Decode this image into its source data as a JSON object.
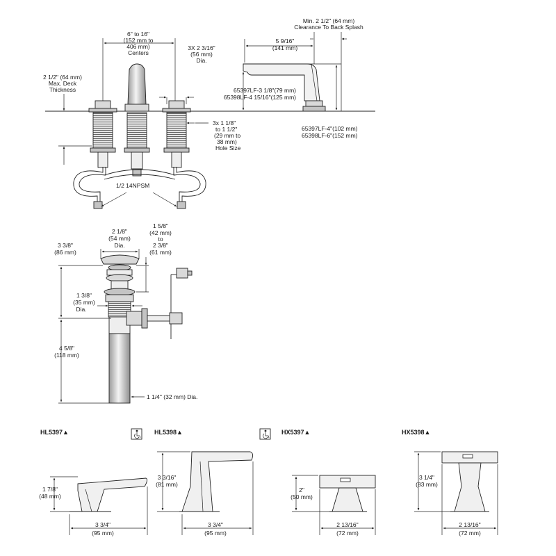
{
  "top": {
    "centers": [
      "6\" to 16\"",
      "(152 mm to",
      "406 mm)",
      "Centers"
    ],
    "spout_clearance": [
      "Min. 2 1/2\" (64 mm)",
      "Clearance To Back Splash"
    ],
    "spout_reach": [
      "5 9/16\"",
      "(141 mm)"
    ],
    "handle_dia": [
      "3X 2 3/16\"",
      "(56 mm)",
      "Dia."
    ],
    "deck_thickness": [
      "2 1/2\" (64 mm)",
      "Max. Deck",
      "Thickness"
    ],
    "spout_height": [
      "65397LF-3 1/8\"(79 mm)",
      "65398LF-4 15/16\"(125 mm)"
    ],
    "hole_size": [
      "3x 1 1/8\"",
      "to 1 1/2\"",
      "(29 mm to",
      "38 mm)",
      "Hole Size"
    ],
    "spout_total_height": [
      "65397LF-4\"(102 mm)",
      "65398LF-6\"(152 mm)"
    ],
    "connection": "1/2 14NPSM"
  },
  "drain": {
    "top_dia": [
      "2 1/8\"",
      "(54 mm)",
      "Dia."
    ],
    "adjust_range": [
      "1 5/8\"",
      "(42 mm)",
      "to",
      "2 3/8\"",
      "(61 mm)"
    ],
    "cap_height": [
      "3 3/8\"",
      "(86 mm)"
    ],
    "body_dia": [
      "1 3/8\"",
      "(35 mm)",
      "Dia."
    ],
    "tail_length": [
      "4 5/8\"",
      "(118 mm)"
    ],
    "tailpiece": "1 1/4\" (32 mm) Dia."
  },
  "handles": [
    {
      "model": "HL5397▲",
      "accessible": false,
      "height": [
        "1 7/8\"",
        "(48 mm)"
      ],
      "width": [
        "3 3/4\"",
        "(95 mm)"
      ]
    },
    {
      "model": "HL5398▲",
      "accessible": true,
      "height": [
        "3 3/16\"",
        "(81 mm)"
      ],
      "width": [
        "3 3/4\"",
        "(95 mm)"
      ]
    },
    {
      "model": "HX5397▲",
      "accessible": true,
      "height": [
        "2\"",
        "(50 mm)"
      ],
      "width": [
        "2 13/16\"",
        "(72 mm)"
      ]
    },
    {
      "model": "HX5398▲",
      "accessible": false,
      "height": [
        "3 1/4\"",
        "(83 mm)"
      ],
      "width": [
        "2 13/16\"",
        "(72 mm)"
      ]
    }
  ]
}
